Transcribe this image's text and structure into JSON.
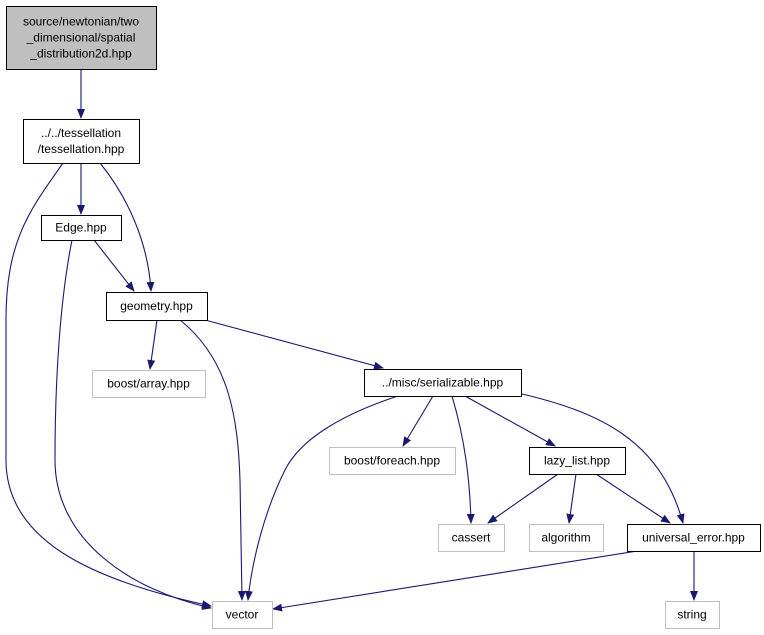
{
  "graph": {
    "nodes": [
      {
        "id": "root",
        "lines": [
          "source/newtonian/two",
          "_dimensional/spatial",
          "_distribution2d.hpp"
        ],
        "style": "root"
      },
      {
        "id": "tess",
        "lines": [
          "../../tessellation",
          "/tessellation.hpp"
        ],
        "style": "internal"
      },
      {
        "id": "edge",
        "lines": [
          "Edge.hpp"
        ],
        "style": "internal"
      },
      {
        "id": "geom",
        "lines": [
          "geometry.hpp"
        ],
        "style": "internal"
      },
      {
        "id": "barray",
        "lines": [
          "boost/array.hpp"
        ],
        "style": "external"
      },
      {
        "id": "serial",
        "lines": [
          "../misc/serializable.hpp"
        ],
        "style": "internal"
      },
      {
        "id": "bforeach",
        "lines": [
          "boost/foreach.hpp"
        ],
        "style": "external"
      },
      {
        "id": "lazy",
        "lines": [
          "lazy_list.hpp"
        ],
        "style": "internal"
      },
      {
        "id": "cassert",
        "lines": [
          "cassert"
        ],
        "style": "external"
      },
      {
        "id": "algorithm",
        "lines": [
          "algorithm"
        ],
        "style": "external"
      },
      {
        "id": "uerr",
        "lines": [
          "universal_error.hpp"
        ],
        "style": "internal"
      },
      {
        "id": "vector",
        "lines": [
          "vector"
        ],
        "style": "external"
      },
      {
        "id": "string",
        "lines": [
          "string"
        ],
        "style": "external"
      }
    ],
    "edges": [
      {
        "from": "root",
        "to": "tess"
      },
      {
        "from": "tess",
        "to": "edge"
      },
      {
        "from": "tess",
        "to": "geom"
      },
      {
        "from": "tess",
        "to": "vector"
      },
      {
        "from": "edge",
        "to": "geom"
      },
      {
        "from": "edge",
        "to": "vector"
      },
      {
        "from": "geom",
        "to": "barray"
      },
      {
        "from": "geom",
        "to": "serial"
      },
      {
        "from": "geom",
        "to": "vector"
      },
      {
        "from": "serial",
        "to": "bforeach"
      },
      {
        "from": "serial",
        "to": "lazy"
      },
      {
        "from": "serial",
        "to": "cassert"
      },
      {
        "from": "serial",
        "to": "uerr"
      },
      {
        "from": "serial",
        "to": "vector"
      },
      {
        "from": "lazy",
        "to": "cassert"
      },
      {
        "from": "lazy",
        "to": "algorithm"
      },
      {
        "from": "lazy",
        "to": "uerr"
      },
      {
        "from": "uerr",
        "to": "vector"
      },
      {
        "from": "uerr",
        "to": "string"
      }
    ],
    "colors": {
      "root_fill": "#bfbfbf",
      "root_stroke": "#000000",
      "internal_fill": "#ffffff",
      "internal_stroke": "#000000",
      "external_fill": "#ffffff",
      "external_stroke": "#bfbfbf",
      "edge": "#191970"
    }
  }
}
